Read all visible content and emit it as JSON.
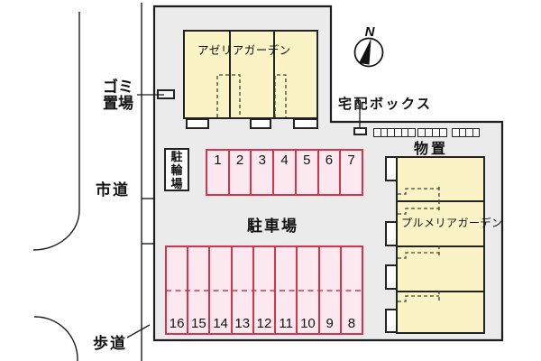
{
  "compass": {
    "north_label": "N"
  },
  "roads": {
    "city_road": "市道",
    "sidewalk": "歩道"
  },
  "facilities": {
    "garbage_line1": "ゴミ",
    "garbage_line2": "置場",
    "delivery_box": "宅配ボックス",
    "storage": "物置",
    "bicycle_parking": "駐輪場",
    "parking_lot": "駐車場"
  },
  "buildings": {
    "azeria": {
      "label": "アゼリアガーデン",
      "units": 3
    },
    "plumeria": {
      "label": "プルメリアガーデン",
      "units": 4
    }
  },
  "parking": {
    "top_row": [
      "1",
      "2",
      "3",
      "4",
      "5",
      "6",
      "7"
    ],
    "bottom_row": [
      "16",
      "15",
      "14",
      "13",
      "12",
      "11",
      "10",
      "9",
      "8"
    ]
  },
  "storage": {
    "blocks": [
      6,
      4,
      4
    ]
  },
  "colors": {
    "site_fill": "#ebebeb",
    "building_fill": "#faf3c5",
    "parking_fill": "#fce9ef",
    "parking_border": "#d8334a",
    "line": "#1d1d1d"
  }
}
